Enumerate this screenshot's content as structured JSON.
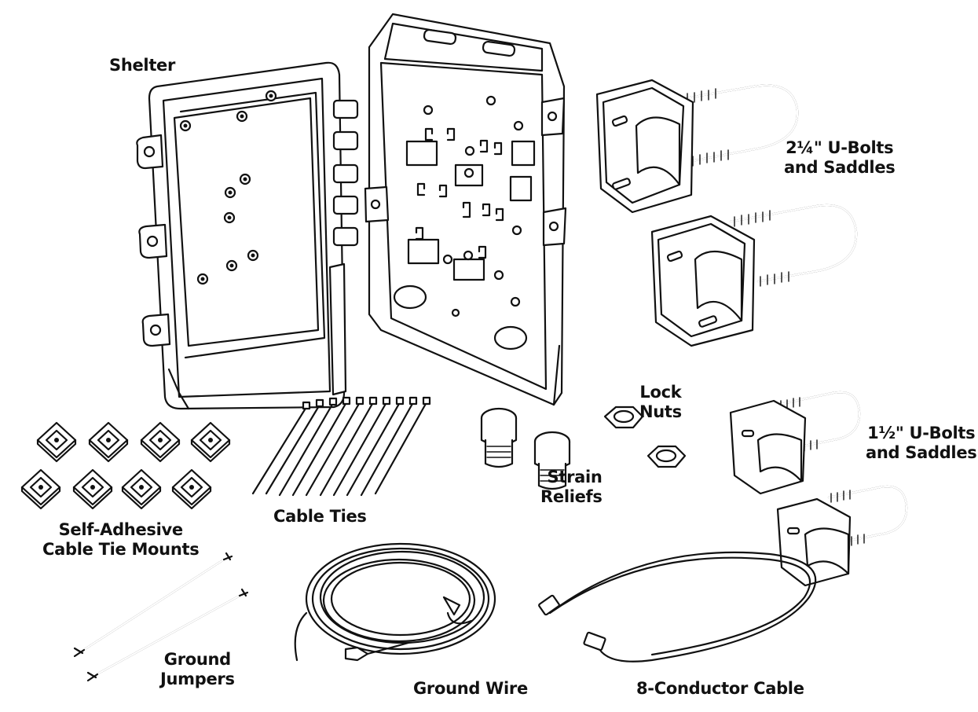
{
  "labels": {
    "shelter": "Shelter",
    "ubolt_large_1": "2¼\" U-Bolts",
    "ubolt_large_2": "and Saddles",
    "lock_nuts_1": "Lock",
    "lock_nuts_2": "Nuts",
    "ubolt_small_1": "1½\" U-Bolts",
    "ubolt_small_2": "and Saddles",
    "strain_reliefs_1": "Strain",
    "strain_reliefs_2": "Reliefs",
    "cable_ties": "Cable Ties",
    "tie_mounts_1": "Self-Adhesive",
    "tie_mounts_2": "Cable Tie Mounts",
    "ground_jumpers_1": "Ground",
    "ground_jumpers_2": "Jumpers",
    "ground_wire": "Ground Wire",
    "cable": "8-Conductor Cable"
  },
  "colors": {
    "ink": "#111111",
    "paper": "#ffffff"
  },
  "icons": [
    "shelter-enclosure-icon",
    "u-bolt-icon",
    "saddle-icon",
    "lock-nut-icon",
    "strain-relief-icon",
    "cable-tie-icon",
    "tie-mount-icon",
    "ground-jumper-icon",
    "ground-wire-coil-icon",
    "conductor-cable-icon"
  ]
}
